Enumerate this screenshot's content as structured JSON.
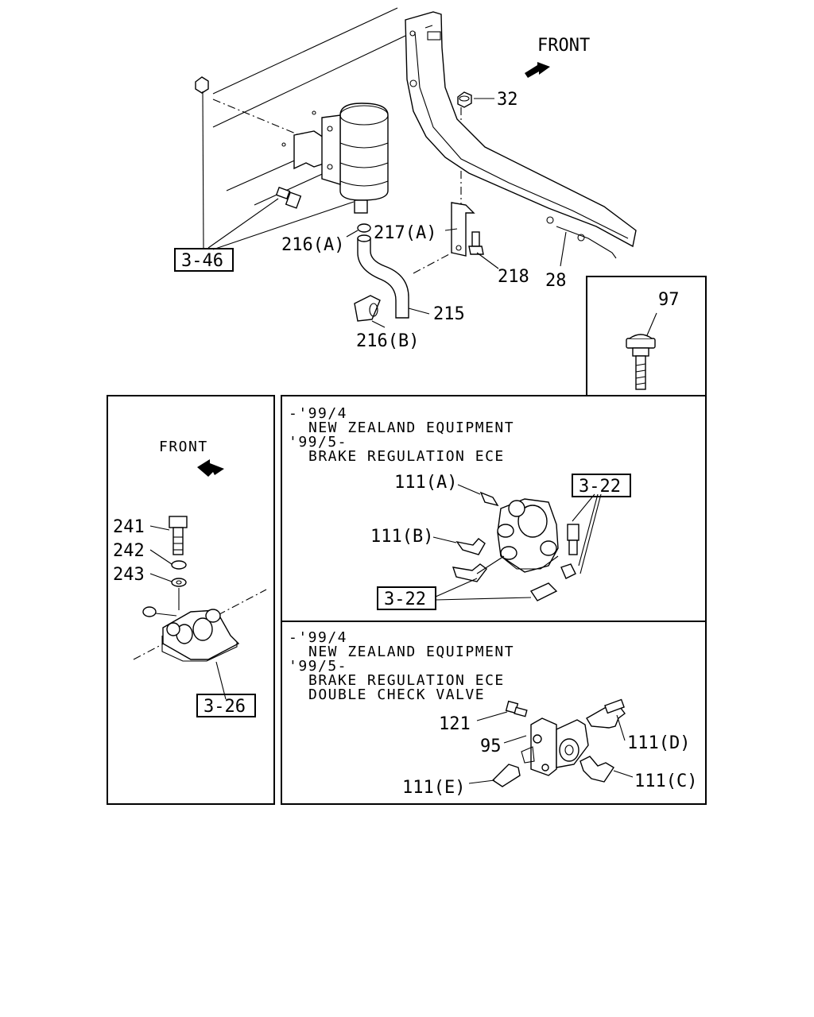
{
  "top": {
    "front_label": "FRONT",
    "labels": {
      "p32": "32",
      "p217a": "217(A)",
      "p216a": "216(A)",
      "p218": "218",
      "p28": "28",
      "p215": "215",
      "p216b": "216(B)"
    },
    "ref_346": "3-46"
  },
  "inset_97": {
    "label": "97"
  },
  "left_panel": {
    "front_label": "FRONT",
    "labels": {
      "p241": "241",
      "p242": "242",
      "p243": "243"
    },
    "ref_326": "3-26"
  },
  "panel_middle": {
    "notes": [
      "-'99/4",
      "NEW ZEALAND EQUIPMENT",
      "'99/5-",
      "BRAKE REGULATION ECE"
    ],
    "labels": {
      "p111a": "111(A)",
      "p111b": "111(B)"
    },
    "ref_322_top": "3-22",
    "ref_322_bottom": "3-22"
  },
  "panel_bottom": {
    "notes": [
      "-'99/4",
      "NEW ZEALAND EQUIPMENT",
      "'99/5-",
      "BRAKE REGULATION ECE",
      "DOUBLE CHECK VALVE"
    ],
    "labels": {
      "p121": "121",
      "p95": "95",
      "p111d": "111(D)",
      "p111e": "111(E)",
      "p111c": "111(C)"
    }
  }
}
